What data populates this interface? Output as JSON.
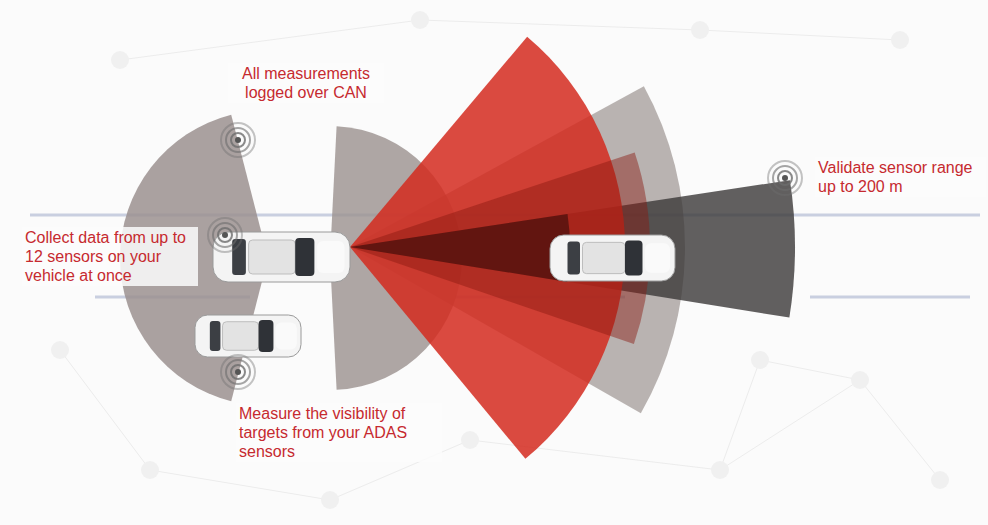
{
  "diagram": {
    "labels": [
      "All measurements logged over CAN",
      "Collect data from up to 12 sensors on your vehicle at once",
      "Validate sensor range up to 200 m",
      "Measure the visibility of targets from your ADAS sensors"
    ]
  }
}
